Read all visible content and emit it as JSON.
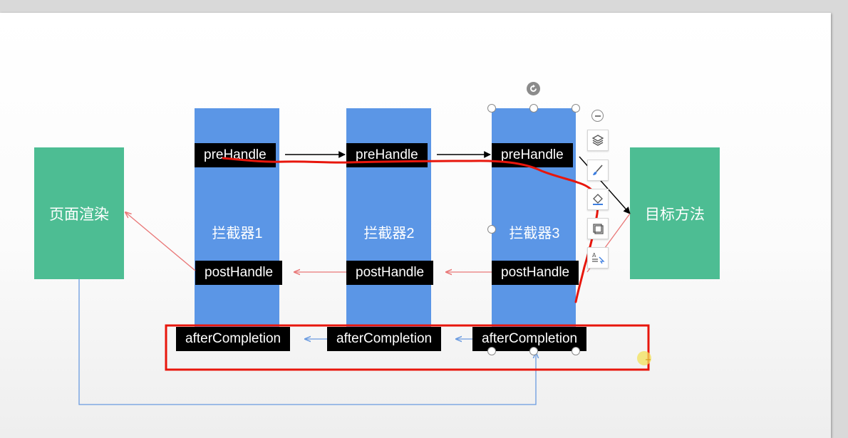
{
  "diagram": {
    "page_render": "页面渲染",
    "target_method": "目标方法",
    "interceptors": [
      {
        "label": "拦截器1",
        "pre": "preHandle",
        "post": "postHandle",
        "after": "afterCompletion"
      },
      {
        "label": "拦截器2",
        "pre": "preHandle",
        "post": "postHandle",
        "after": "afterCompletion"
      },
      {
        "label": "拦截器3",
        "pre": "preHandle",
        "post": "postHandle",
        "after": "afterCompletion"
      }
    ]
  },
  "toolbar": {
    "icons": [
      "minus-circle-icon",
      "layers-icon",
      "brush-icon",
      "outline-icon",
      "crop-icon",
      "alt-text-icon"
    ]
  },
  "colors": {
    "green": "#4dbd93",
    "blue": "#5b96e6",
    "red_arrow": "#e97777",
    "blue_arrow": "#6a9be0",
    "annotation_red": "#e8160c"
  }
}
